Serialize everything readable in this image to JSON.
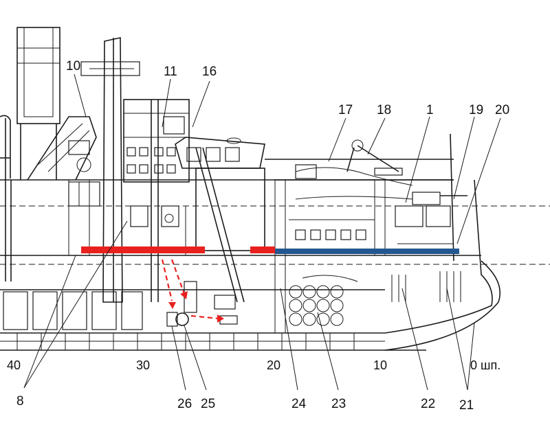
{
  "callouts": {
    "c10": "10",
    "c11": "11",
    "c16": "16",
    "c17": "17",
    "c18": "18",
    "c1": "1",
    "c19": "19",
    "c20": "20",
    "c8": "8",
    "c26": "26",
    "c25": "25",
    "c24": "24",
    "c23": "23",
    "c22": "22",
    "c21": "21"
  },
  "frame_scale": {
    "f40": "40",
    "f30": "30",
    "f20": "20",
    "f10": "10",
    "f0": "0 шп."
  },
  "colors": {
    "red_deck_zone": "#e8211f",
    "blue_deck_zone": "#24578f",
    "arrow": "#e8211f",
    "line": "#1a1a1a"
  }
}
